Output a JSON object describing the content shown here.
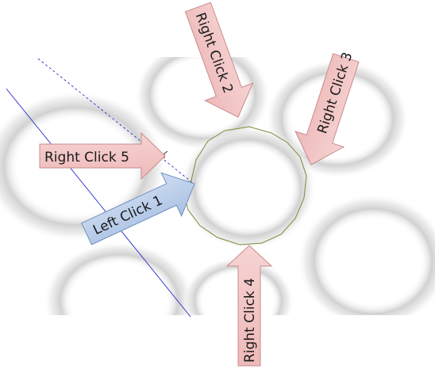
{
  "annotations": [
    {
      "id": "left-click-1",
      "label": "Left Click 1",
      "kind": "left",
      "color": "#b8cde9"
    },
    {
      "id": "right-click-2",
      "label": "Right Click 2",
      "kind": "right",
      "color": "#f2c4c4"
    },
    {
      "id": "right-click-3",
      "label": "Right Click 3",
      "kind": "right",
      "color": "#f2c4c4"
    },
    {
      "id": "right-click-4",
      "label": "Right Click 4",
      "kind": "right",
      "color": "#f2c4c4"
    },
    {
      "id": "right-click-5",
      "label": "Right Click 5",
      "kind": "right",
      "color": "#f2c4c4"
    }
  ],
  "colors": {
    "left_click_fill": "#b8cde9",
    "left_click_stroke": "#6d8fc0",
    "right_click_fill": "#f2c4c4",
    "right_click_stroke": "#c98b8b",
    "guide_line": "#2b2bd8",
    "traced_path": "#7c8a3a"
  }
}
